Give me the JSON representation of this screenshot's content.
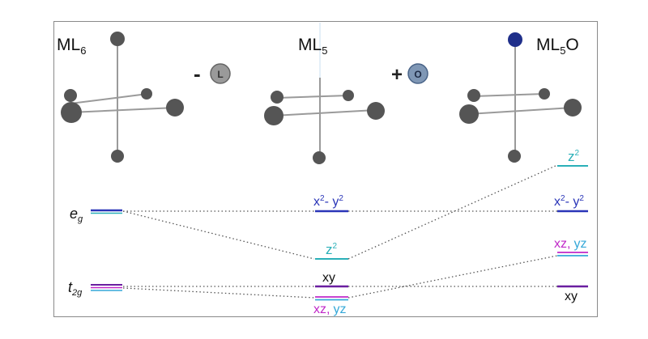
{
  "diagram": {
    "molecules": [
      {
        "name": "ML",
        "subscript": "6",
        "suffix": ""
      },
      {
        "name": "ML",
        "subscript": "5",
        "suffix": ""
      },
      {
        "name": "ML",
        "subscript": "5",
        "suffix": "O"
      }
    ],
    "reactions": {
      "minus_sign": "-",
      "minus_ligand": "L",
      "plus_sign": "+",
      "plus_atom": "O"
    },
    "energy_groups": {
      "eg_main": "e",
      "eg_sub": "g",
      "t2g_main": "t",
      "t2g_sub": "2g"
    },
    "orbitals": {
      "ml5_x2y2_a": "x",
      "ml5_x2y2_b": "2",
      "ml5_x2y2_c": "- y",
      "ml5_x2y2_d": "2",
      "ml5_z2_a": "z",
      "ml5_z2_b": "2",
      "ml5_xy": "xy",
      "ml5_xz": "xz,",
      "ml5_yz": "yz",
      "ml5o_z2_a": "z",
      "ml5o_z2_b": "2",
      "ml5o_x2y2_a": "x",
      "ml5o_x2y2_b": "2",
      "ml5o_x2y2_c": "- y",
      "ml5o_x2y2_d": "2",
      "ml5o_xz": "xz,",
      "ml5o_yz": "yz",
      "ml5o_xy": "xy"
    },
    "colors": {
      "frame": "#8a8a8a",
      "bond": "#9a9a9a",
      "atom": "#555555",
      "oxo_atom": "#1f2f8a",
      "eg_blue": "#2a35b8",
      "z2_teal": "#2ab0b8",
      "purple": "#6a1fa0",
      "magenta": "#c028c8",
      "cyan": "#35a8d8",
      "dotted": "#555555"
    }
  }
}
